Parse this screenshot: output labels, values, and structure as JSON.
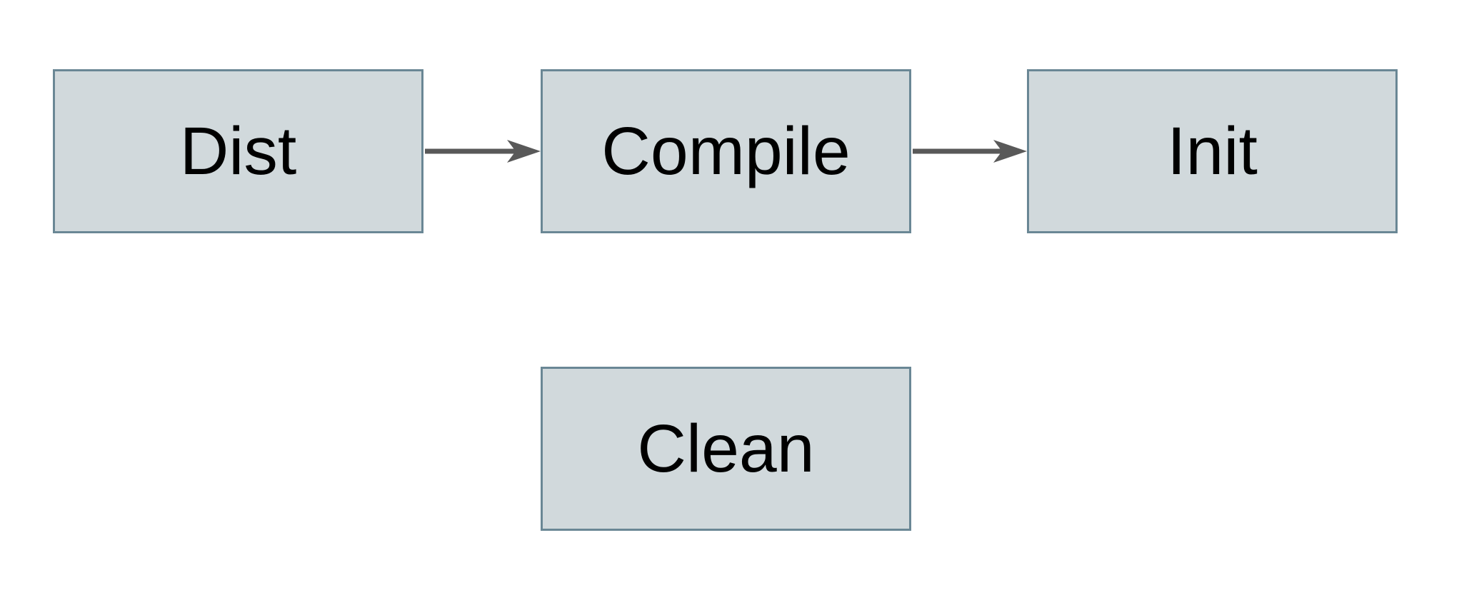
{
  "diagram": {
    "background_color": "#ffffff",
    "node_fill_color": "#d1d9dc",
    "node_border_color": "#6a8795",
    "arrow_color": "#595959",
    "text_color": "#000000",
    "nodes": [
      {
        "id": "dist",
        "label": "Dist"
      },
      {
        "id": "compile",
        "label": "Compile"
      },
      {
        "id": "init",
        "label": "Init"
      },
      {
        "id": "clean",
        "label": "Clean"
      }
    ],
    "edges": [
      {
        "from": "Dist",
        "to": "Compile"
      },
      {
        "from": "Compile",
        "to": "Init"
      }
    ]
  }
}
